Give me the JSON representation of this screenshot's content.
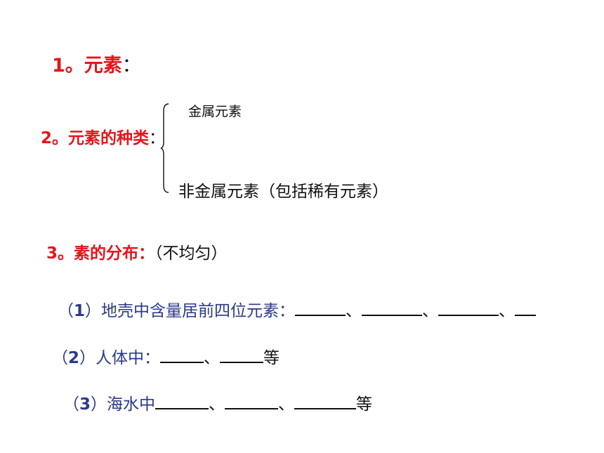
{
  "heading1": {
    "num": "1",
    "text": "。元素",
    "colon": "："
  },
  "heading2": {
    "num": "2",
    "text": "。元素的种类",
    "colon": "："
  },
  "types": {
    "metal": "金属元素",
    "nonmetal": "非金属元素（包括稀有元素）"
  },
  "heading3": {
    "num": "3",
    "text": "。素的分布：",
    "note": "（不均匀）"
  },
  "items": {
    "crust": {
      "open": "（",
      "num": "1",
      "close": "）",
      "text": "地壳中含量居前四位元素：",
      "sep": "、"
    },
    "body": {
      "open": "（",
      "num": "2",
      "close": "）",
      "text": "人体中：",
      "sep": "、",
      "end": "等"
    },
    "sea": {
      "open": "（",
      "num": "3",
      "close": "）",
      "text": "海水中",
      "sep": "、",
      "end": "等"
    }
  },
  "colors": {
    "heading": "#e8141b",
    "item": "#2b3a8c",
    "text": "#111111"
  }
}
